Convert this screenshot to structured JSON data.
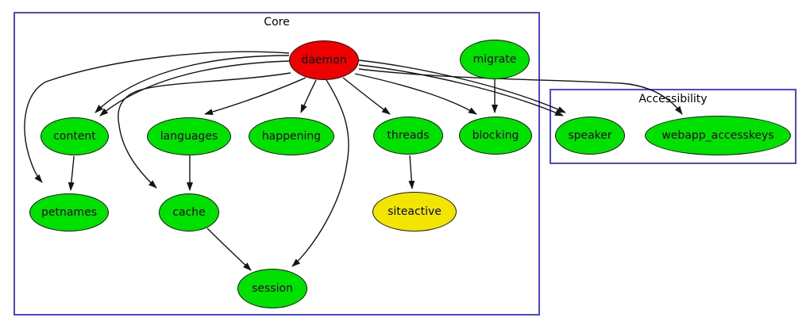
{
  "diagram": {
    "clusters": [
      {
        "name": "core",
        "label": "Core"
      },
      {
        "name": "accessibility",
        "label": "Accessibility"
      }
    ],
    "nodes": [
      {
        "id": "daemon",
        "label": "daemon",
        "color": "red",
        "cluster": "Core"
      },
      {
        "id": "migrate",
        "label": "migrate",
        "color": "green",
        "cluster": "Core"
      },
      {
        "id": "content",
        "label": "content",
        "color": "green",
        "cluster": "Core"
      },
      {
        "id": "languages",
        "label": "languages",
        "color": "green",
        "cluster": "Core"
      },
      {
        "id": "happening",
        "label": "happening",
        "color": "green",
        "cluster": "Core"
      },
      {
        "id": "threads",
        "label": "threads",
        "color": "green",
        "cluster": "Core"
      },
      {
        "id": "blocking",
        "label": "blocking",
        "color": "green",
        "cluster": "Core"
      },
      {
        "id": "petnames",
        "label": "petnames",
        "color": "green",
        "cluster": "Core"
      },
      {
        "id": "cache",
        "label": "cache",
        "color": "green",
        "cluster": "Core"
      },
      {
        "id": "siteactive",
        "label": "siteactive",
        "color": "yellow",
        "cluster": "Core"
      },
      {
        "id": "session",
        "label": "session",
        "color": "green",
        "cluster": "Core"
      },
      {
        "id": "speaker",
        "label": "speaker",
        "color": "green",
        "cluster": "Accessibility"
      },
      {
        "id": "webapp_accesskeys",
        "label": "webapp_accesskeys",
        "color": "green",
        "cluster": "Accessibility"
      }
    ],
    "edges": [
      {
        "from": "daemon",
        "to": "content"
      },
      {
        "from": "daemon",
        "to": "content"
      },
      {
        "from": "daemon",
        "to": "languages"
      },
      {
        "from": "daemon",
        "to": "happening"
      },
      {
        "from": "daemon",
        "to": "threads"
      },
      {
        "from": "daemon",
        "to": "blocking"
      },
      {
        "from": "daemon",
        "to": "petnames"
      },
      {
        "from": "daemon",
        "to": "cache"
      },
      {
        "from": "daemon",
        "to": "session"
      },
      {
        "from": "daemon",
        "to": "speaker"
      },
      {
        "from": "daemon",
        "to": "speaker"
      },
      {
        "from": "daemon",
        "to": "webapp_accesskeys"
      },
      {
        "from": "migrate",
        "to": "blocking"
      },
      {
        "from": "content",
        "to": "petnames"
      },
      {
        "from": "languages",
        "to": "cache"
      },
      {
        "from": "cache",
        "to": "session"
      },
      {
        "from": "threads",
        "to": "siteactive"
      }
    ],
    "colors": {
      "red": "#ee0000",
      "green": "#00e100",
      "yellow": "#f2e600",
      "cluster_border": "#4a48e0",
      "edge": "#141414"
    }
  }
}
